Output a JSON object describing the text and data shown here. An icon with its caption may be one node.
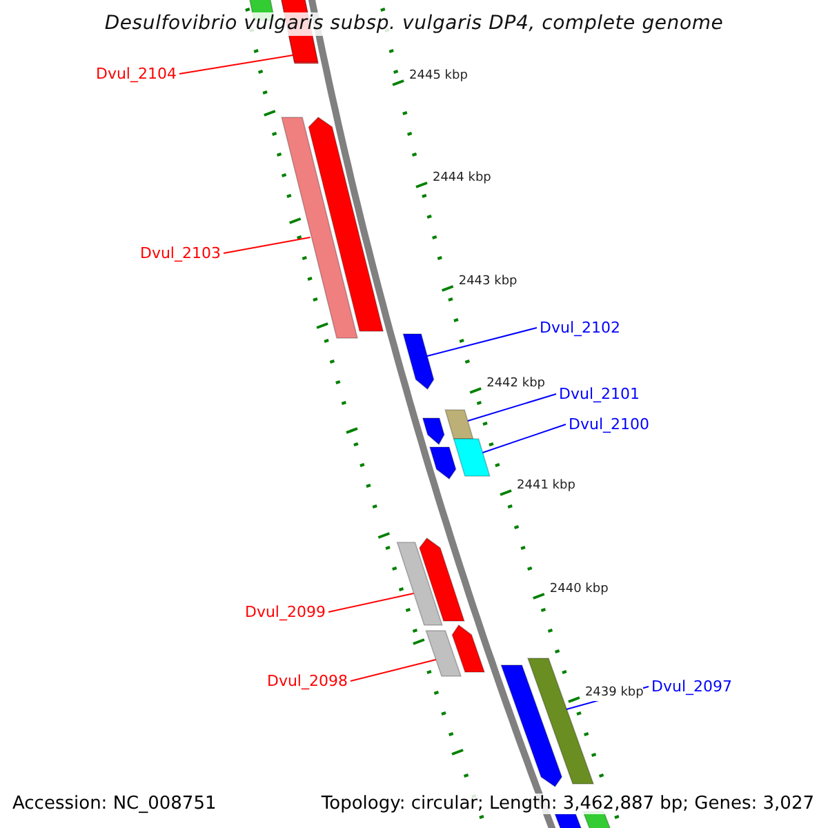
{
  "diagram": {
    "title": "Desulfovibrio vulgaris subsp. vulgaris DP4, complete genome",
    "nodes": [
      {
        "text": [
          "Dvul_2104"
        ]
      },
      {
        "text": [],
        "shape": "bar"
      },
      {
        "text": [
          "Dvul_2103"
        ]
      },
      {
        "text": [],
        "shape": "bar"
      },
      {
        "text": [
          "Dvul_2102"
        ]
      },
      {
        "text": [],
        "shape": "bar"
      },
      {
        "text": [
          "Dvul_2101"
        ]
      },
      {
        "text": [],
        "shape": "bar"
      },
      {
        "text": [
          "Dvul_2100"
        ]
      },
      {
        "text": [],
        "shape": "bar"
      },
      {
        "text": [
          "Dvul_2099"
        ]
      },
      {
        "text": [],
        "shape": "bar"
      },
      {
        "text": [
          "Dvul_2098"
        ]
      },
      {
        "text": [],
        "shape": "bar"
      },
      {
        "text": [
          "Dvul_2097"
        ]
      },
      {
        "text": [],
        "shape": "bar"
      },
      {
        "text": [],
        "shape": "bar"
      },
      {
        "text": [],
        "shape": "bar"
      },
      {
        "text": [],
        "shape": "bar"
      },
      {
        "text": [],
        "shape": "bar"
      },
      {
        "text": [],
        "shape": "bar"
      },
      {
        "text": [],
        "shape": "bar"
      },
      {
        "text": [],
        "shape": "bar"
      },
      {
        "text": [],
        "shape": "bar"
      },
      {
        "text": [],
        "shape": "bar"
      },
      {
        "text": [],
        "shape": "bar"
      }
    ],
    "edges": [
      {
        "from": 0,
        "to": 1,
        "arrow": "none"
      },
      {
        "from": 2,
        "to": 3,
        "arrow": "none"
      },
      {
        "from": 4,
        "to": 5,
        "arrow": "none",
        "color": "#0000ff"
      },
      {
        "from": 6,
        "to": 7,
        "arrow": "none",
        "color": "#0000ff"
      },
      {
        "from": 8,
        "to": 9,
        "arrow": "none",
        "color": "#0000ff"
      },
      {
        "from": 10,
        "to": 11,
        "arrow": "none"
      },
      {
        "from": 12,
        "to": 13,
        "arrow": "none"
      },
      {
        "from": 14,
        "to": 15,
        "arrow": "none",
        "color": "#0000ff"
      }
    ],
    "labels": [
      "2445 kbp",
      "2444 kbp",
      "2443 kbp",
      "2442 kbp",
      "2441 kbp",
      "2440 kbp",
      "2439 kbp",
      "Accession: NC_008751",
      "Topology: circular; Length: 3,462,887 bp; Genes: 3,027"
    ]
  }
}
